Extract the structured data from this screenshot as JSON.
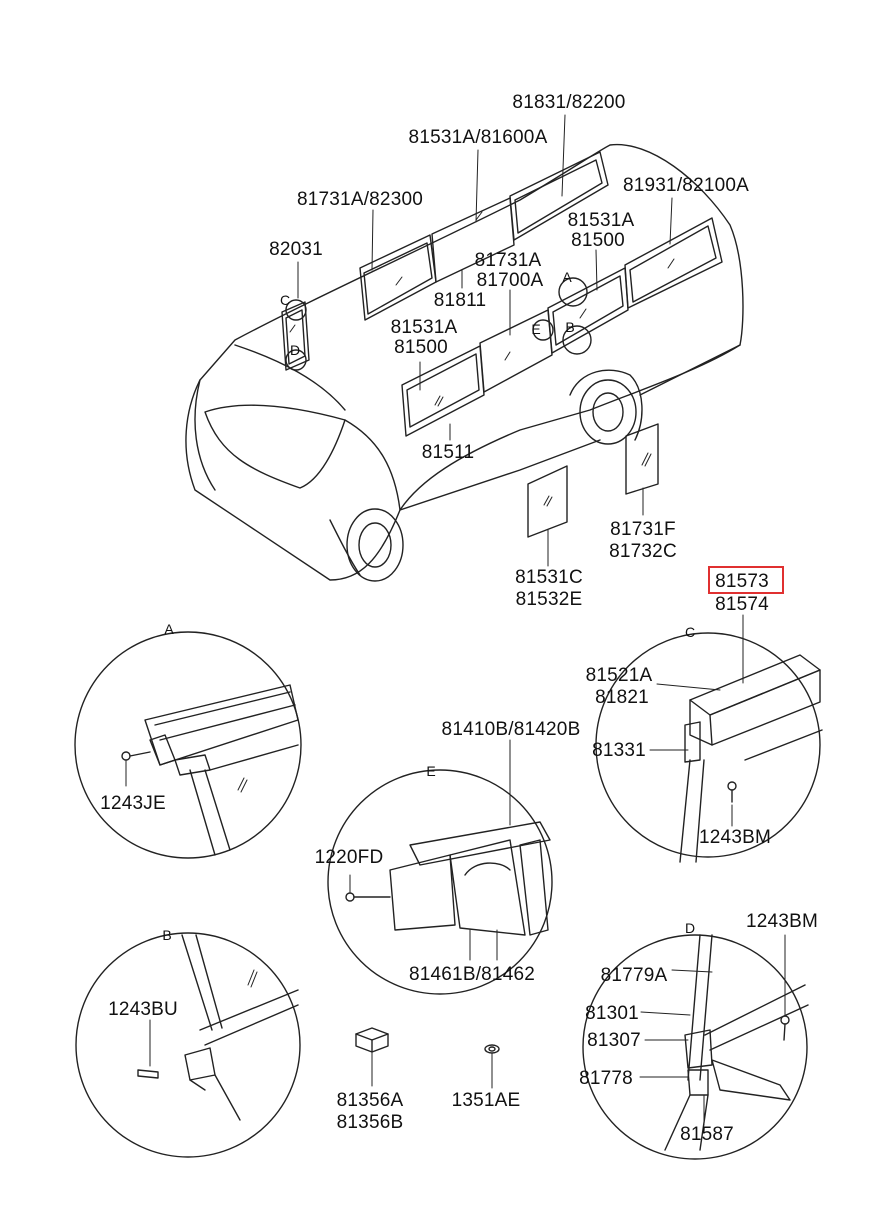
{
  "highlight_color": "#e03030",
  "labels": {
    "l81831": "81831/82200",
    "l81531A_81600A": "81531A/81600A",
    "l81731A_82300": "81731A/82300",
    "l81931": "81931/82100A",
    "l82031": "82031",
    "l81531A_a": "81531A",
    "l81500_a": "81500",
    "l81731A": "81731A",
    "l81700A": "81700A",
    "l81811": "81811",
    "l81531A_b": "81531A",
    "l81500_b": "81500",
    "l81511": "81511",
    "l81531C": "81531C",
    "l81532E": "81532E",
    "l81731F": "81731F",
    "l81732C": "81732C",
    "l81573": "81573",
    "l81574": "81574",
    "l81521A": "81521A",
    "l81821": "81821",
    "l81331": "81331",
    "l1243BM_c": "1243BM",
    "l81410B": "81410B/81420B",
    "l1220FD": "1220FD",
    "l81461B": "81461B/81462",
    "l1243JE": "1243JE",
    "l1243BU": "1243BU",
    "l81356A": "81356A",
    "l81356B": "81356B",
    "l1351AE": "1351AE",
    "l1243BM_d": "1243BM",
    "l81779A": "81779A",
    "l81301": "81301",
    "l81307": "81307",
    "l81778": "81778",
    "l81587": "81587"
  },
  "detail_letters": {
    "A": "A",
    "B": "B",
    "C": "C",
    "D": "D",
    "E": "E",
    "A_car": "A",
    "B_car": "B",
    "C_car": "C",
    "D_car": "D",
    "E_car": "E"
  }
}
